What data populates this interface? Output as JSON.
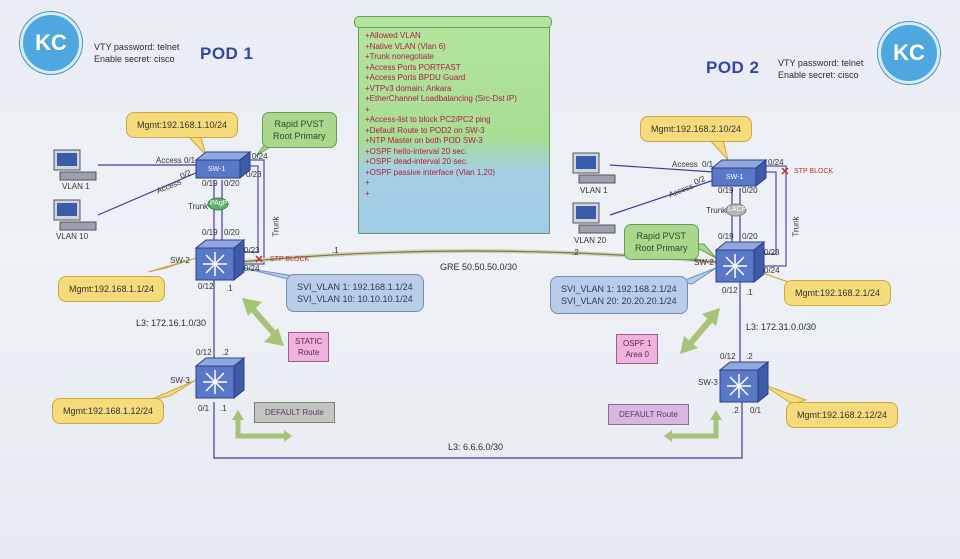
{
  "pod1": {
    "title": "POD 1",
    "vty": "VTY password: telnet",
    "enable": "Enable secret: cisco",
    "logo_text": "KC",
    "mgmt_sw1": "Mgmt:192.168.1.10/24",
    "mgmt_sw2": "Mgmt:192.168.1.1/24",
    "mgmt_sw3": "Mgmt:192.168.1.12/24",
    "rapid_pvst": "Rapid PVST",
    "root_primary": "Root Primary",
    "svi_vlan1": "SVI_VLAN 1: 192.168.1.1/24",
    "svi_vlan10": "SVI_VLAN 10: 10.10.10.1/24",
    "static_route_1": "STATIC",
    "static_route_2": "Route",
    "default_route": "DEFAULT Route",
    "l3_link": "L3: 172.16.1.0/30",
    "pc1_label": "VLAN 1",
    "pc2_label": "VLAN 10",
    "access1": "Access",
    "access2": "Access",
    "port_01": "0/1",
    "port_02": "0/2",
    "port_24_sw1": "0/24",
    "port_23_sw1": "0/23",
    "port_19_sw1": "0/19",
    "port_20_sw1": "0/20",
    "port_19_sw2": "0/19",
    "port_20_sw2": "0/20",
    "port_23_sw2": "0/23",
    "port_24_sw2": "0/24",
    "port_12_sw2": "0/12",
    "ip_sw2_12": ".1",
    "port_12_sw3": "0/12",
    "ip_sw3_12": ".2",
    "port_01_sw3": "0/1",
    "ip_sw3_01": ".1",
    "trunk_left": "Trunk",
    "trunk_right": "Trunk",
    "pagp": "PAgP",
    "stp_block": "STP BLOCK",
    "sw1_name": "SW-1",
    "sw2_name": "SW-2",
    "sw3_name": "SW-3",
    "gre_ip": ".1"
  },
  "pod2": {
    "title": "POD 2",
    "vty": "VTY password: telnet",
    "enable": "Enable secret: cisco",
    "logo_text": "KC",
    "mgmt_sw1": "Mgmt:192.168.2.10/24",
    "mgmt_sw2": "Mgmt:192.168.2.1/24",
    "mgmt_sw3": "Mgmt:192.168.2.12/24",
    "rapid_pvst": "Rapid PVST",
    "root_primary": "Root Primary",
    "svi_vlan1": "SVI_VLAN 1: 192.168.2.1/24",
    "svi_vlan20": "SVI_VLAN 20: 20.20.20.1/24",
    "ospf_1": "OSPF 1",
    "ospf_2": "Area 0",
    "default_route": "DEFAULT Route",
    "l3_link": "L3: 172.31.0.0/30",
    "pc1_label": "VLAN 1",
    "pc2_label": "VLAN 20",
    "access1": "Access",
    "access2": "Access",
    "port_01": "0/1",
    "port_02": "0/2",
    "port_24_sw1": "0/24",
    "port_19_sw1": "0/19",
    "port_20_sw1": "0/20",
    "port_19_sw2": "0/19",
    "port_20_sw2": "0/20",
    "port_23_sw2": "0/23",
    "port_24_sw2": "0/24",
    "port_12_sw2": "0/12",
    "ip_sw2_12": ".1",
    "port_12_sw3": "0/12",
    "ip_sw3_12": ".2",
    "port_01_sw3": "0/1",
    "ip_sw3_01": ".2",
    "trunk_left": "Trunk",
    "trunk_right": "Trunk",
    "lacp": "LACP",
    "stp_block": "STP BLOCK",
    "sw1_name": "SW-1",
    "sw2_name": "SW-2",
    "sw3_name": "SW-3",
    "gre_ip": ".2"
  },
  "gre_tunnel": "GRE 50.50.50.0/30",
  "l3_bottom": "L3: 6.6.6.0/30",
  "tasks": [
    "+Allowed VLAN",
    "+Native VLAN (Vlan 6)",
    "+Trunk nonegotiate",
    "+Access Ports PORTFAST",
    "+Access Ports BPDU Guard",
    "+VTPv3 domain: Ankara",
    "+EtherChannel Loadbalancing (Src-Dst IP)",
    "+",
    "+Access-list to block PC2/PC2 ping",
    "+Default Route to POD2 on SW-3",
    "+NTP Master on both POD SW-3",
    "+OSPF hello-interval 20 sec.",
    "+OSPF dead-interval 20 sec.",
    "+OSPF passive interface (Vlan 1,20)",
    "+",
    "+"
  ],
  "colors": {
    "link": "#3d3d9a",
    "trunk": "#5555b0",
    "gre": "#7a7a4a",
    "mgmt_box": "#f6db7c",
    "stp_block": "#c0302a",
    "switch": "#5a78c8"
  }
}
